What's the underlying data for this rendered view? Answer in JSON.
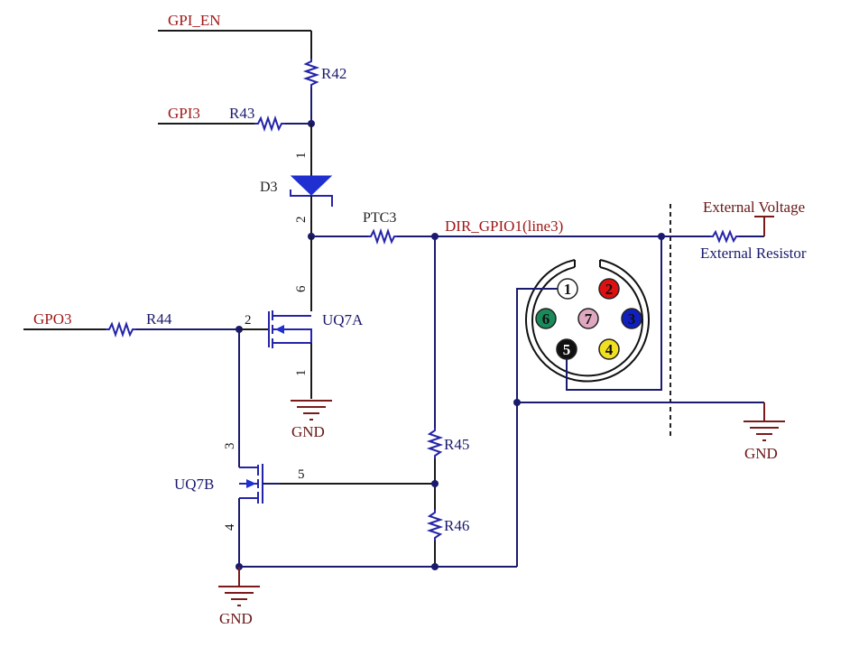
{
  "nets": {
    "gpi_en": "GPI_EN",
    "gpi3": "GPI3",
    "gpo3": "GPO3",
    "dir_gpio1": "DIR_GPIO1(line3)",
    "external_voltage": "External Voltage",
    "external_resistor": "External Resistor"
  },
  "components": {
    "r42": "R42",
    "r43": "R43",
    "r44": "R44",
    "r45": "R45",
    "r46": "R46",
    "d3": "D3",
    "ptc3": "PTC3",
    "uq7a": "UQ7A",
    "uq7b": "UQ7B"
  },
  "pins": {
    "d3_1": "1",
    "d3_2": "2",
    "uq7a_drain": "6",
    "uq7a_gate": "2",
    "uq7a_source": "1",
    "uq7b_drain": "3",
    "uq7b_gate": "5",
    "uq7b_source": "4"
  },
  "ground_labels": [
    "GND",
    "GND",
    "GND"
  ],
  "connector": {
    "pins": [
      {
        "label": "1",
        "color": "#ffffff",
        "text_color": "#111111"
      },
      {
        "label": "2",
        "color": "#e01010",
        "text_color": "#111111"
      },
      {
        "label": "3",
        "color": "#1020c0",
        "text_color": "#111111"
      },
      {
        "label": "4",
        "color": "#f0e020",
        "text_color": "#111111"
      },
      {
        "label": "5",
        "color": "#111111",
        "text_color": "#ffffff"
      },
      {
        "label": "6",
        "color": "#1a8a5a",
        "text_color": "#111111"
      },
      {
        "label": "7",
        "color": "#e0a8c0",
        "text_color": "#111111"
      }
    ]
  },
  "colors": {
    "wire": "#1a1a6e",
    "net_label": "#a01818",
    "ground": "#7a1a1a"
  }
}
